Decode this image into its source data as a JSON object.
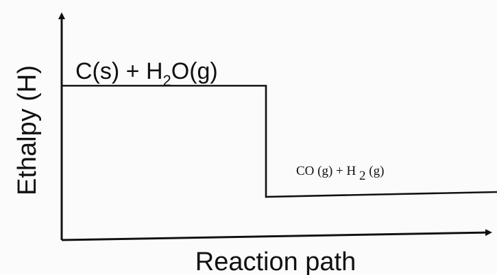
{
  "axes": {
    "y_label": "Ethalpy (H)",
    "x_label": "Reaction path"
  },
  "levels": {
    "reactants": {
      "part1": "C(s) + H",
      "sub": "2",
      "part2": "O(g)"
    },
    "products": {
      "part1": "CO (g) + H ",
      "sub": "2",
      "part2": " (g)"
    }
  },
  "colors": {
    "ink": "#111111",
    "background": "#fbfbfb"
  }
}
